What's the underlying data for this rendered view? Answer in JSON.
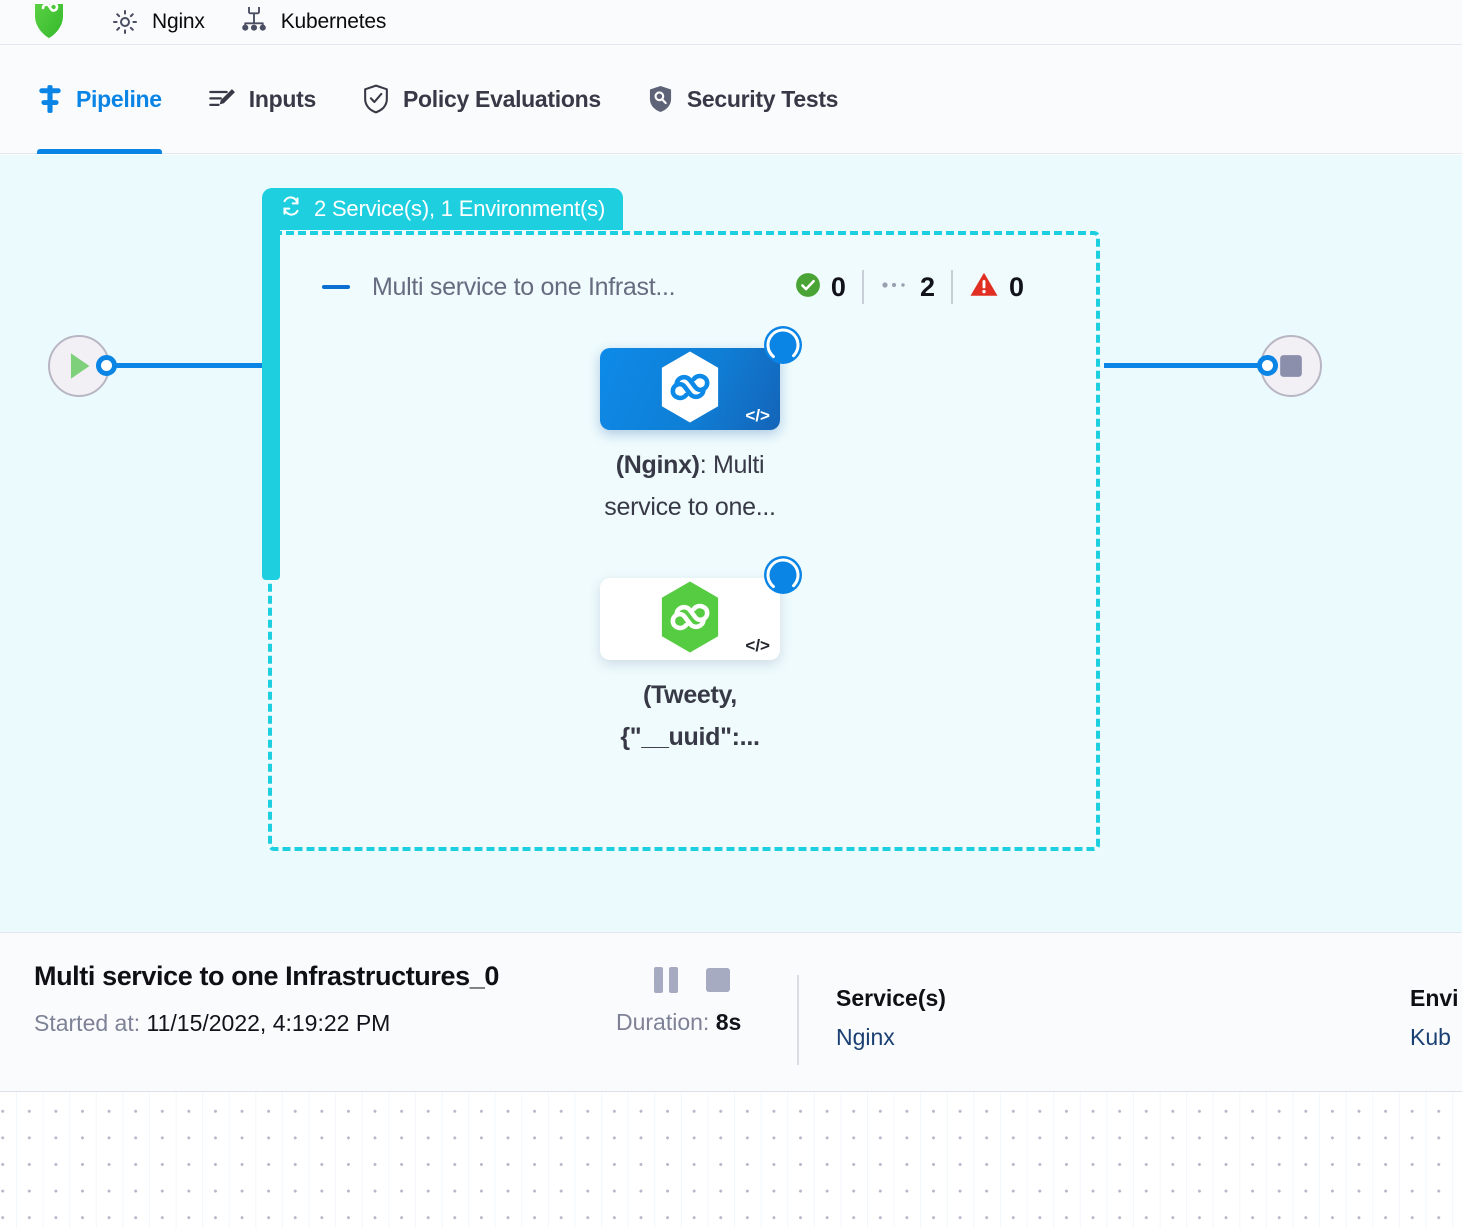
{
  "breadcrumb": {
    "items": [
      {
        "icon": "harness-shield-icon",
        "label": ""
      },
      {
        "icon": "gear-icon",
        "label": "Nginx"
      },
      {
        "icon": "kubernetes-icon",
        "label": "Kubernetes"
      }
    ]
  },
  "tabs": [
    {
      "id": "pipeline",
      "label": "Pipeline",
      "icon": "pipeline-icon",
      "active": true
    },
    {
      "id": "inputs",
      "label": "Inputs",
      "icon": "inputs-icon",
      "active": false
    },
    {
      "id": "policy-evaluations",
      "label": "Policy Evaluations",
      "icon": "shield-check-icon",
      "active": false
    },
    {
      "id": "security-tests",
      "label": "Security Tests",
      "icon": "security-icon",
      "active": false
    }
  ],
  "canvas": {
    "start_node": {
      "icon": "play-icon"
    },
    "end_node": {
      "icon": "stop-icon"
    },
    "group": {
      "badge_icon": "matrix-loop-icon",
      "badge_label": "2 Service(s), 1 Environment(s)",
      "collapse_icon": "minus-icon",
      "title": "Multi service to one Infrast...",
      "accent_color": "#1ecfdf",
      "status": [
        {
          "id": "success",
          "icon": "check-circle-icon",
          "value": "0"
        },
        {
          "id": "pending",
          "icon": "ellipsis-icon",
          "value": "2"
        },
        {
          "id": "failed",
          "icon": "warning-triangle-icon",
          "value": "0"
        }
      ]
    },
    "nodes": [
      {
        "id": "nginx-stage",
        "selected": true,
        "logo": "harness-hex-icon",
        "logo_color": "#ffffff",
        "code_tag": "</>",
        "status_badge": "running-spinner-icon",
        "caption_bold": "(Nginx)",
        "caption_rest": ": Multi service to one..."
      },
      {
        "id": "tweety-stage",
        "selected": false,
        "logo": "harness-hex-icon",
        "logo_color": "#56cc42",
        "code_tag": "</>",
        "status_badge": "running-spinner-icon",
        "caption_bold": "(Tweety, {\"__uuid\":...",
        "caption_rest": ""
      }
    ]
  },
  "detail_panel": {
    "title": "Multi service to one Infrastructures_0",
    "started_label": "Started at:",
    "started_value": "11/15/2022, 4:19:22 PM",
    "controls": [
      {
        "id": "pause",
        "icon": "pause-icon"
      },
      {
        "id": "stop",
        "icon": "stop-square-icon"
      }
    ],
    "duration_label": "Duration:",
    "duration_value": "8s",
    "fields": [
      {
        "id": "services",
        "name": "Service(s)",
        "value": "Nginx"
      },
      {
        "id": "environments",
        "name": "Envi",
        "value": "Kub"
      }
    ]
  },
  "colors": {
    "accent_blue": "#0a85e6",
    "matrix_teal": "#1ecfdf",
    "canvas_bg": "#ebfafd",
    "success_green": "#4aa335",
    "error_red": "#e22f23"
  }
}
